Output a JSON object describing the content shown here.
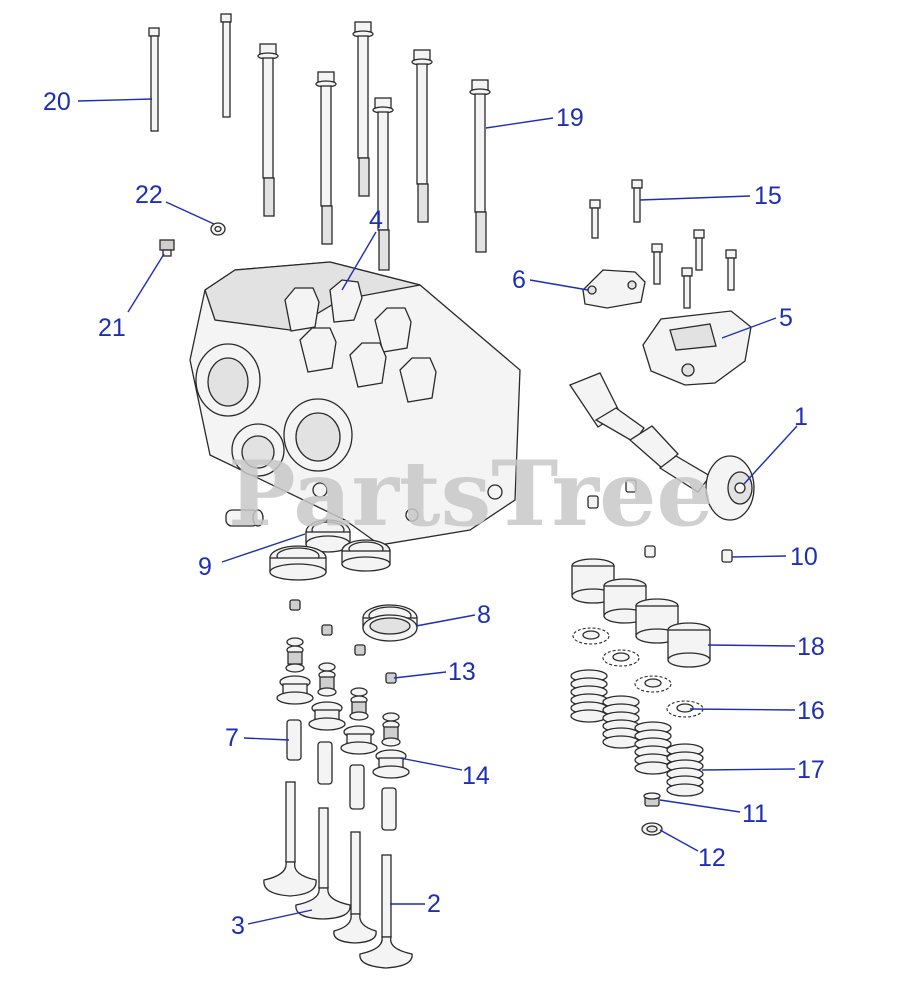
{
  "watermark": "PartsTree",
  "callouts": [
    {
      "label": "1"
    },
    {
      "label": "2"
    },
    {
      "label": "3"
    },
    {
      "label": "4"
    },
    {
      "label": "5"
    },
    {
      "label": "6"
    },
    {
      "label": "7"
    },
    {
      "label": "8"
    },
    {
      "label": "9"
    },
    {
      "label": "10"
    },
    {
      "label": "11"
    },
    {
      "label": "12"
    },
    {
      "label": "13"
    },
    {
      "label": "14"
    },
    {
      "label": "15"
    },
    {
      "label": "16"
    },
    {
      "label": "17"
    },
    {
      "label": "18"
    },
    {
      "label": "19"
    },
    {
      "label": "20"
    },
    {
      "label": "21"
    },
    {
      "label": "22"
    }
  ],
  "colors": {
    "callout": "#1c2fb5",
    "line": "#2a2a2a",
    "watermark": "#c8c8c8"
  }
}
